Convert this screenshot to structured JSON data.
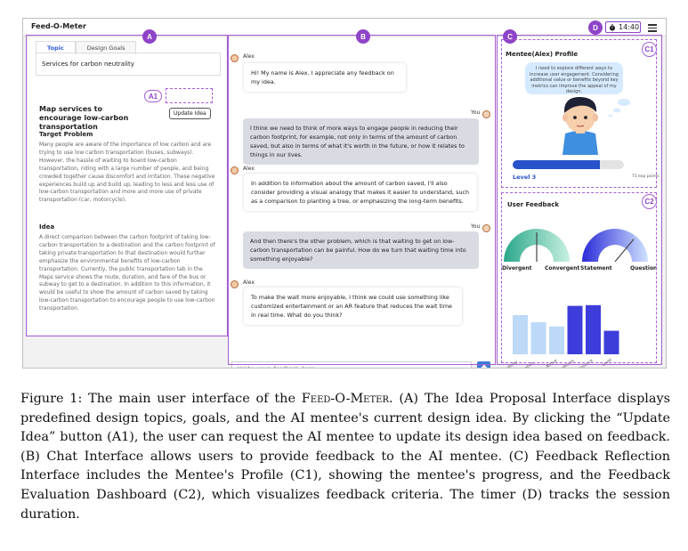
{
  "app": {
    "title": "Feed-O-Meter",
    "timer": "14:40"
  },
  "labels": {
    "A": "A",
    "A1": "A1",
    "B": "B",
    "C": "C",
    "C1": "C1",
    "C2": "C2",
    "D": "D"
  },
  "panelA": {
    "tabs": [
      {
        "label": "Topic"
      },
      {
        "label": "Design Goals"
      }
    ],
    "topic": "Services for carbon neutrality",
    "idea_title": "Map services to encourage low-carbon transportation",
    "update_button": "Update Idea",
    "target_heading": "Target Problem",
    "target_text": "Many people are aware of the importance of low carbon and are trying to use low carbon transportation (buses, subways). However, the hassle of waiting to board low-carbon transportation, riding with a large number of people, and being crowded together cause discomfort and irritation. These negative experiences build up and build up, leading to less and less use of low-carbon transportation and more and more use of private transportation (car, motorcycle).",
    "idea_heading": "Idea",
    "idea_text": "A direct comparison between the carbon footprint of taking low-carbon transportation to a destination and the carbon footprint of taking private transportation to that destination would further emphasize the environmental benefits of low-carbon transportation. Currently, the public transportation tab in the Maps service shows the route, duration, and fare of the bus or subway to get to a destination. In addition to this information, it would be useful to show the amount of carbon saved by taking low-carbon transportation to encourage people to use low-carbon transportation."
  },
  "chat": {
    "messages": [
      {
        "sender": "Alex",
        "text": "Hi! My name is Alex. I appreciate any feedback on my idea."
      },
      {
        "sender": "You",
        "text": "I think we need to think of more ways to engage people in reducing their carbon footprint, for example, not only in terms of the amount of carbon saved, but also in terms of what it's worth in the future, or how it relates to things in our lives."
      },
      {
        "sender": "Alex",
        "text": "In addition to information about the amount of carbon saved, I'll also consider providing a visual analogy that makes it easier to understand, such as a comparison to planting a tree, or emphasizing the long-term benefits."
      },
      {
        "sender": "You",
        "text": "And then there's the other problem, which is that waiting to get on low-carbon transportation can be painful. How do we turn that waiting time into something enjoyable?"
      },
      {
        "sender": "Alex",
        "text": "To make the wait more enjoyable, I think we could use something like customized entertainment or an AR feature that reduces the wait time in real time. What do you think?"
      }
    ],
    "input_placeholder": "Write your feedback here..."
  },
  "profile": {
    "title": "Mentee(Alex) Profile",
    "thought": "I need to explore different ways to increase user engagement. Considering additional value or benefits beyond key metrics can improve the appeal of my design.",
    "level": "Level 3",
    "exp": "71 exp points",
    "progress": 0.78
  },
  "feedback": {
    "title": "User Feedback",
    "gauge1": {
      "left": "Divergent",
      "right": "Convergent",
      "value": 0.5
    },
    "gauge2": {
      "left": "Statement",
      "right": "Question",
      "value": 0.72
    }
  },
  "chart_data": {
    "type": "bar",
    "categories": [
      "Specificity",
      "Justification",
      "Active",
      "Timeliness",
      "Goal Relevance",
      "Level"
    ],
    "values": [
      5.5,
      4.5,
      3.9,
      6.8,
      6.9,
      3.3
    ],
    "colors": [
      "#bcd9f7",
      "#bcd9f7",
      "#bcd9f7",
      "#3d3ddb",
      "#3d3ddb",
      "#3d3ddb"
    ],
    "ylim": [
      0,
      10
    ]
  },
  "caption": {
    "prefix": "Figure 1: The main user interface of the ",
    "name": "Feed-O-Meter",
    "body": ". (A) The Idea Proposal Interface displays predefined design topics, goals, and the AI mentee's current design idea. By clicking the “Update Idea” button (A1), the user can request the AI mentee to update its design idea based on feedback. (B) Chat Interface allows users to provide feedback to the AI mentee. (C) Feedback Reflection Interface includes the Mentee's Profile (C1), showing the mentee's progress, and the Feedback Evaluation Dashboard (C2), which visualizes feedback criteria. The timer (D) tracks the session duration."
  }
}
